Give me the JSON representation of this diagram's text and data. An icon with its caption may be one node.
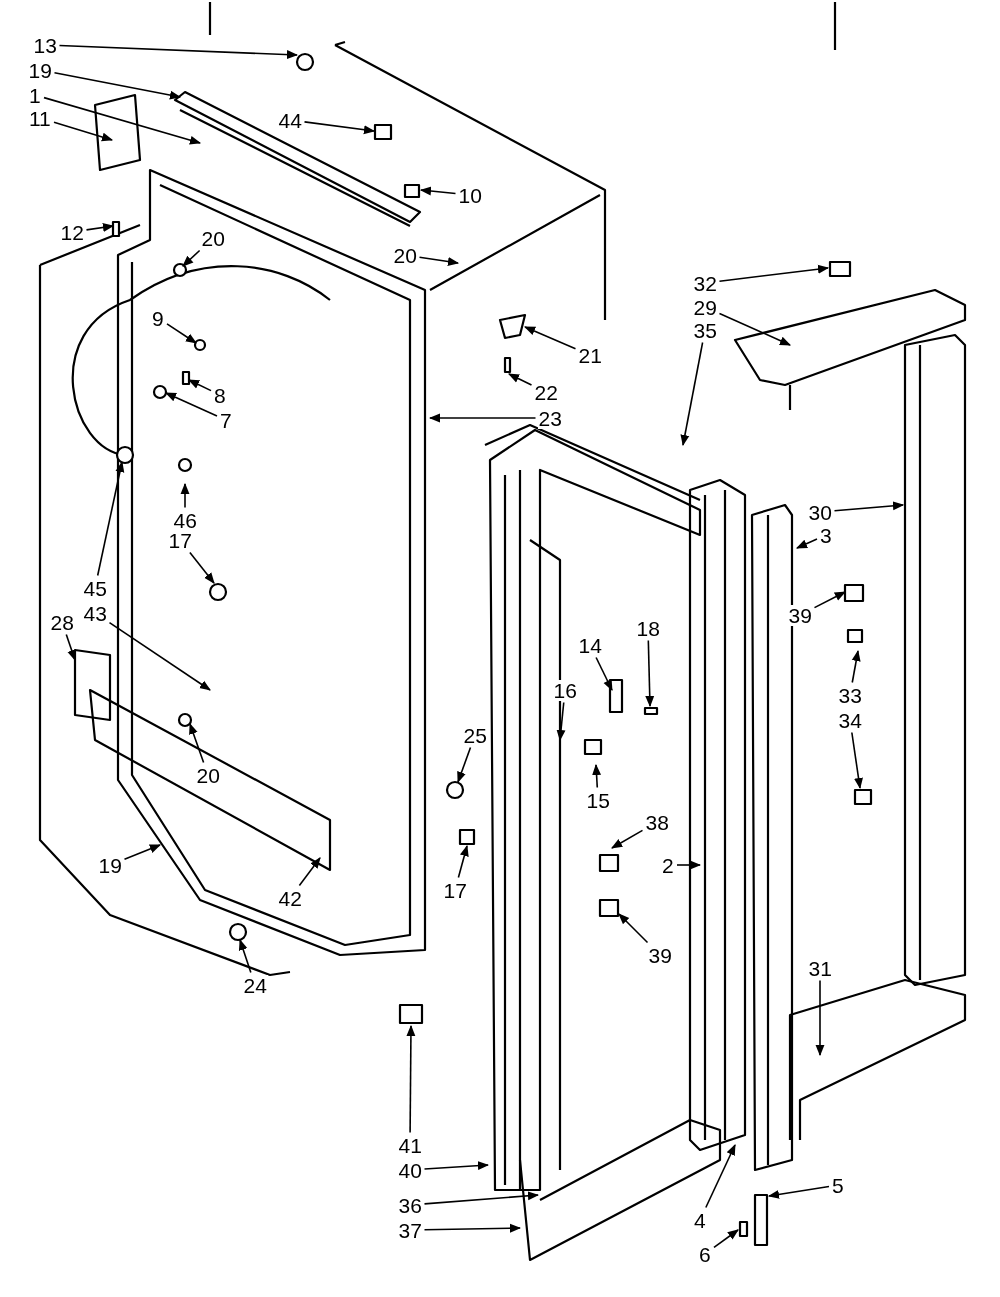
{
  "diagram": {
    "nodes": [
      {
        "text": [
          "13"
        ]
      },
      {
        "text": [
          "19"
        ]
      },
      {
        "text": [
          "1"
        ]
      },
      {
        "text": [
          "11"
        ]
      },
      {
        "text": [
          "44"
        ]
      },
      {
        "text": [
          "10"
        ]
      },
      {
        "text": [
          "12"
        ]
      },
      {
        "text": [
          "20"
        ]
      },
      {
        "text": [
          "20"
        ]
      },
      {
        "text": [
          "9"
        ]
      },
      {
        "text": [
          "8"
        ]
      },
      {
        "text": [
          "7"
        ]
      },
      {
        "text": [
          "21"
        ]
      },
      {
        "text": [
          "22"
        ]
      },
      {
        "text": [
          "23"
        ]
      },
      {
        "text": [
          "32"
        ]
      },
      {
        "text": [
          "29"
        ]
      },
      {
        "text": [
          "35"
        ]
      },
      {
        "text": [
          "30"
        ]
      },
      {
        "text": [
          "3"
        ]
      },
      {
        "text": [
          "46"
        ]
      },
      {
        "text": [
          "17"
        ]
      },
      {
        "text": [
          "45"
        ]
      },
      {
        "text": [
          "43"
        ]
      },
      {
        "text": [
          "28"
        ]
      },
      {
        "text": [
          "39"
        ]
      },
      {
        "text": [
          "18"
        ]
      },
      {
        "text": [
          "14"
        ]
      },
      {
        "text": [
          "16"
        ]
      },
      {
        "text": [
          "33"
        ]
      },
      {
        "text": [
          "34"
        ]
      },
      {
        "text": [
          "15"
        ]
      },
      {
        "text": [
          "20"
        ]
      },
      {
        "text": [
          "25"
        ]
      },
      {
        "text": [
          "42"
        ]
      },
      {
        "text": [
          "38"
        ]
      },
      {
        "text": [
          "17"
        ]
      },
      {
        "text": [
          "2"
        ]
      },
      {
        "text": [
          "39"
        ]
      },
      {
        "text": [
          "19"
        ]
      },
      {
        "text": [
          "24"
        ]
      },
      {
        "text": [
          "31"
        ]
      },
      {
        "text": [
          "41"
        ]
      },
      {
        "text": [
          "40"
        ]
      },
      {
        "text": [
          "5"
        ]
      },
      {
        "text": [
          "36"
        ]
      },
      {
        "text": [
          "37"
        ]
      },
      {
        "text": [
          "4"
        ]
      },
      {
        "text": [
          "6"
        ]
      }
    ],
    "edges": [
      {
        "from": 0,
        "to": null,
        "arrow": "to"
      },
      {
        "from": 1,
        "to": null,
        "arrow": "to"
      },
      {
        "from": 2,
        "to": null,
        "arrow": "to"
      },
      {
        "from": 3,
        "to": null,
        "arrow": "to"
      },
      {
        "from": 4,
        "to": null,
        "arrow": "to"
      },
      {
        "from": 5,
        "to": null,
        "arrow": "to"
      },
      {
        "from": 6,
        "to": null,
        "arrow": "to"
      },
      {
        "from": 7,
        "to": null,
        "arrow": "to"
      },
      {
        "from": 8,
        "to": null,
        "arrow": "to"
      },
      {
        "from": 9,
        "to": null,
        "arrow": "to"
      },
      {
        "from": 10,
        "to": null,
        "arrow": "to"
      },
      {
        "from": 11,
        "to": null,
        "arrow": "to"
      },
      {
        "from": 12,
        "to": null,
        "arrow": "to"
      },
      {
        "from": 13,
        "to": null,
        "arrow": "to"
      },
      {
        "from": 14,
        "to": null,
        "arrow": "to"
      },
      {
        "from": 15,
        "to": null,
        "arrow": "to"
      },
      {
        "from": 16,
        "to": null,
        "arrow": "to"
      },
      {
        "from": 17,
        "to": null,
        "arrow": "to"
      },
      {
        "from": 18,
        "to": null,
        "arrow": "to"
      },
      {
        "from": 19,
        "to": null,
        "arrow": "to"
      },
      {
        "from": 20,
        "to": null,
        "arrow": "to"
      },
      {
        "from": 21,
        "to": null,
        "arrow": "to"
      },
      {
        "from": 22,
        "to": null,
        "arrow": "to"
      },
      {
        "from": 23,
        "to": null,
        "arrow": "to"
      },
      {
        "from": 24,
        "to": null,
        "arrow": "to"
      },
      {
        "from": 25,
        "to": null,
        "arrow": "to"
      },
      {
        "from": 26,
        "to": null,
        "arrow": "to"
      },
      {
        "from": 27,
        "to": null,
        "arrow": "to"
      },
      {
        "from": 28,
        "to": null,
        "arrow": "to"
      },
      {
        "from": 29,
        "to": null,
        "arrow": "to"
      },
      {
        "from": 30,
        "to": null,
        "arrow": "to"
      },
      {
        "from": 31,
        "to": null,
        "arrow": "to"
      },
      {
        "from": 32,
        "to": null,
        "arrow": "to"
      },
      {
        "from": 33,
        "to": null,
        "arrow": "to"
      },
      {
        "from": 34,
        "to": null,
        "arrow": "to"
      },
      {
        "from": 35,
        "to": null,
        "arrow": "to"
      },
      {
        "from": 36,
        "to": null,
        "arrow": "to"
      },
      {
        "from": 37,
        "to": null,
        "arrow": "to"
      },
      {
        "from": 38,
        "to": null,
        "arrow": "to"
      },
      {
        "from": 39,
        "to": null,
        "arrow": "to"
      },
      {
        "from": 40,
        "to": null,
        "arrow": "to"
      },
      {
        "from": 41,
        "to": null,
        "arrow": "to"
      },
      {
        "from": 42,
        "to": null,
        "arrow": "to"
      },
      {
        "from": 43,
        "to": null,
        "arrow": "to"
      },
      {
        "from": 44,
        "to": null,
        "arrow": "to"
      },
      {
        "from": 45,
        "to": null,
        "arrow": "to"
      },
      {
        "from": 46,
        "to": null,
        "arrow": "to"
      },
      {
        "from": 47,
        "to": null,
        "arrow": "to"
      },
      {
        "from": 48,
        "to": null,
        "arrow": "to"
      }
    ]
  }
}
